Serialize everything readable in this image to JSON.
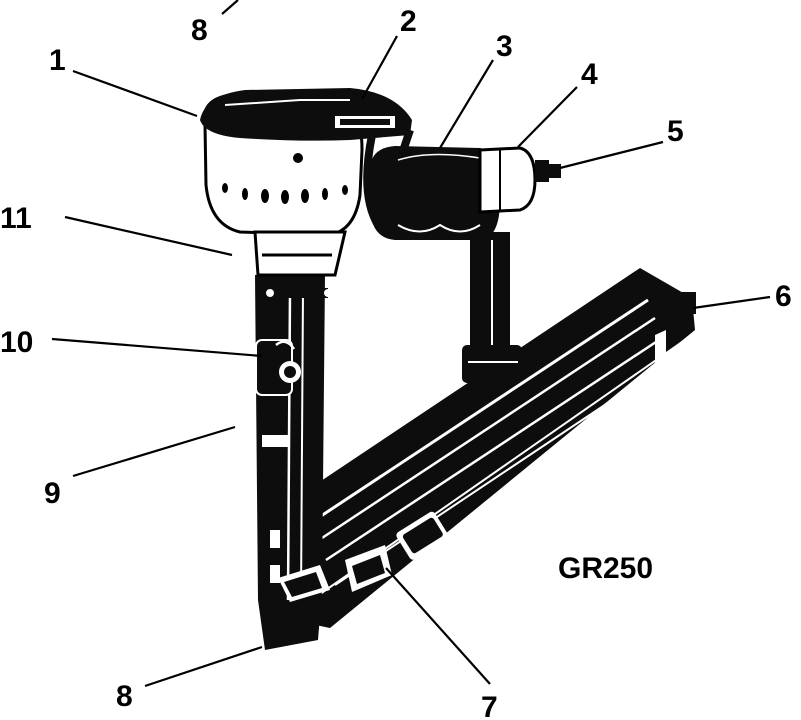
{
  "model": "GR250",
  "callouts": [
    "8",
    "1",
    "2",
    "3",
    "4",
    "5",
    "11",
    "6",
    "10",
    "9",
    "7",
    "8"
  ]
}
